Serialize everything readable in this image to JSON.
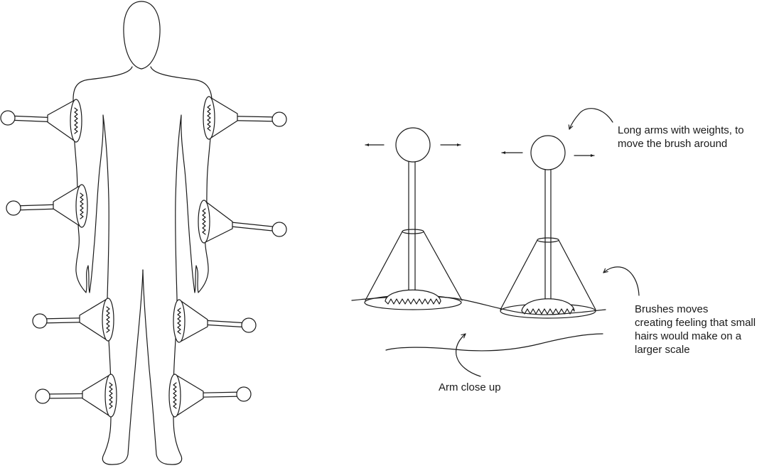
{
  "annotations": {
    "weights_lines": [
      "Long arms with weights, to",
      "move the brush around"
    ],
    "brushes_lines": [
      "Brushes moves",
      "creating feeling that small",
      "hairs would make on a",
      "larger scale"
    ],
    "arm_label": "Arm close up"
  },
  "colors": {
    "ink": "#1a1a1a",
    "background": "#ffffff"
  }
}
